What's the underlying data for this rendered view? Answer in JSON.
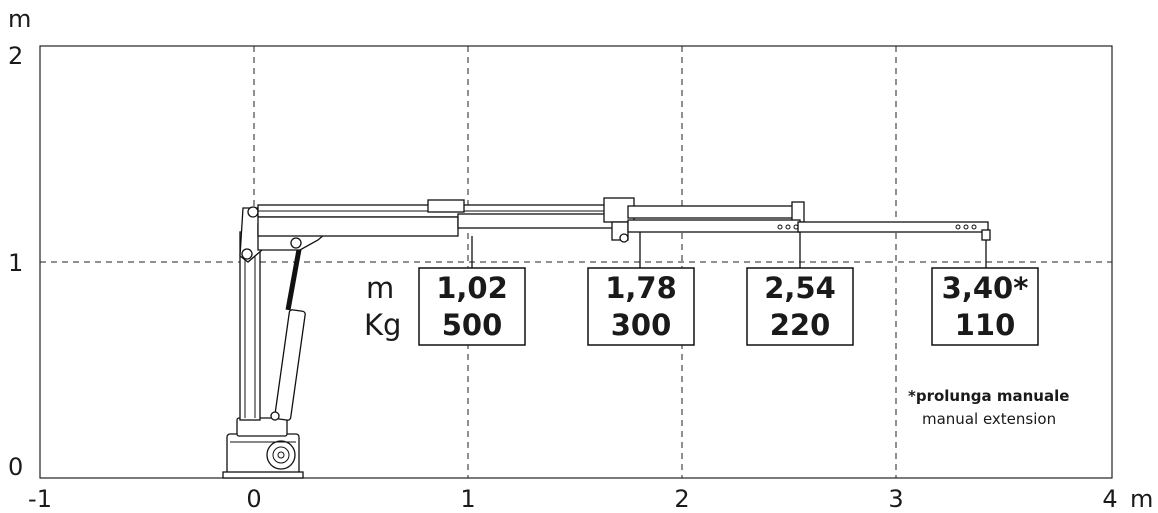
{
  "axes": {
    "y_unit": "m",
    "x_unit": "m",
    "y_ticks": [
      "0",
      "1",
      "2"
    ],
    "x_ticks": [
      "-1",
      "0",
      "1",
      "2",
      "3",
      "4"
    ]
  },
  "load_table": {
    "row_labels": {
      "distance": "m",
      "load": "Kg"
    },
    "points": [
      {
        "distance": "1,02",
        "load": "500"
      },
      {
        "distance": "1,78",
        "load": "300"
      },
      {
        "distance": "2,54",
        "load": "220"
      },
      {
        "distance": "3,40*",
        "load": "110"
      }
    ]
  },
  "note": {
    "title": "*prolunga manuale",
    "subtitle": "manual extension"
  },
  "colors": {
    "line": "#111111",
    "background": "#ffffff"
  }
}
